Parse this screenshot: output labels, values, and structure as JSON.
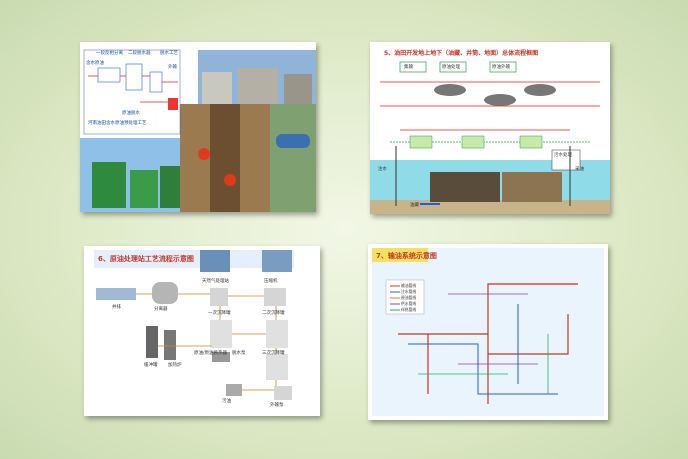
{
  "slide1": {
    "labels": [
      "一段反相分离",
      "二段脱水器",
      "脱水工艺",
      "含水原油",
      "外输",
      "原油脱水",
      "河南油田含水原油预处理工艺"
    ]
  },
  "slide2": {
    "title": "5、油田开发地上地下（油藏、井筒、地面）总体流程框图",
    "labels": [
      "注水",
      "油藏",
      "采油",
      "集输",
      "原油处理",
      "原油外输",
      "污水处理"
    ]
  },
  "slide3": {
    "title": "6、原油处理站工艺流程示意图",
    "labels": [
      "井排",
      "分离器",
      "天然气处理站",
      "压缩机",
      "一次沉降罐",
      "二次沉降罐",
      "三次沉降罐",
      "加热炉",
      "缓冲罐",
      "原油/原油换热器",
      "脱水泵",
      "外输泵",
      "污油"
    ]
  },
  "slide4": {
    "title": "7、输油系统示意图",
    "legend": [
      "输油管线",
      "注水管线",
      "原油管线",
      "供水管线",
      "伴热管线"
    ]
  }
}
